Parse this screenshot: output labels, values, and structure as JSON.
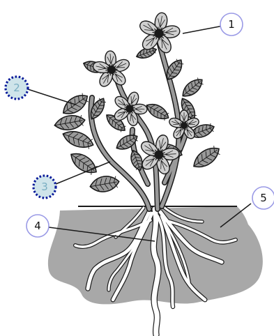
{
  "labels": [
    {
      "id": "1",
      "text": "1",
      "hidden": false
    },
    {
      "id": "2",
      "text": "2",
      "hidden": true
    },
    {
      "id": "3",
      "text": "3",
      "hidden": true
    },
    {
      "id": "4",
      "text": "4",
      "hidden": false
    },
    {
      "id": "5",
      "text": "5",
      "hidden": false
    }
  ],
  "colors": {
    "outline": "#1a1a1a",
    "leaf": "#9a9a9a",
    "petal": "#cfcfcf",
    "soil": "#a8a8a8",
    "callout_border": "#9a9ae6",
    "quiz_border": "#0a1a9a",
    "quiz_fill": "#cfe4ea"
  }
}
